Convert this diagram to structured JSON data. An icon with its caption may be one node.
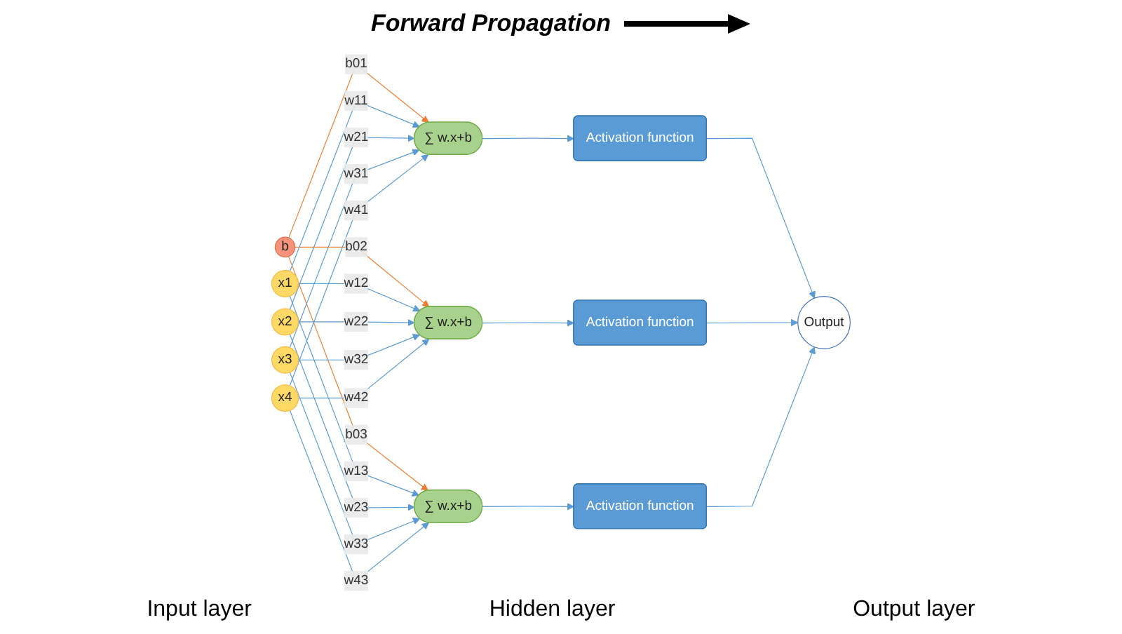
{
  "diagram": {
    "nodes": [
      {
        "text": [
          "b"
        ]
      },
      {
        "text": [
          "x1"
        ]
      },
      {
        "text": [
          "x2"
        ]
      },
      {
        "text": [
          "x3"
        ]
      },
      {
        "text": [
          "x4"
        ]
      },
      {
        "text": [
          "∑ w.x+b"
        ]
      },
      {
        "text": [
          "∑ w.x+b"
        ]
      },
      {
        "text": [
          "∑ w.x+b"
        ]
      },
      {
        "text": [
          "Activation function"
        ]
      },
      {
        "text": [
          "Activation function"
        ]
      },
      {
        "text": [
          "Activation function"
        ]
      },
      {
        "text": [
          "Output"
        ]
      }
    ],
    "edges": [
      {
        "from": 0,
        "to": 5,
        "arrow": "to",
        "label": "b01",
        "color": "#ed7d31"
      },
      {
        "from": 0,
        "to": 6,
        "arrow": "to",
        "label": "b02",
        "color": "#ed7d31"
      },
      {
        "from": 0,
        "to": 7,
        "arrow": "to",
        "label": "b03",
        "color": "#ed7d31"
      },
      {
        "from": 1,
        "to": 5,
        "arrow": "to",
        "label": "w11"
      },
      {
        "from": 1,
        "to": 6,
        "arrow": "to",
        "label": "w12"
      },
      {
        "from": 1,
        "to": 7,
        "arrow": "to",
        "label": "w13"
      },
      {
        "from": 2,
        "to": 5,
        "arrow": "to",
        "label": "w21"
      },
      {
        "from": 2,
        "to": 6,
        "arrow": "to",
        "label": "w22"
      },
      {
        "from": 2,
        "to": 7,
        "arrow": "to",
        "label": "w23"
      },
      {
        "from": 3,
        "to": 5,
        "arrow": "to",
        "label": "w31"
      },
      {
        "from": 3,
        "to": 6,
        "arrow": "to",
        "label": "w32"
      },
      {
        "from": 3,
        "to": 7,
        "arrow": "to",
        "label": "w33"
      },
      {
        "from": 4,
        "to": 5,
        "arrow": "to",
        "label": "w41"
      },
      {
        "from": 4,
        "to": 6,
        "arrow": "to",
        "label": "w42"
      },
      {
        "from": 4,
        "to": 7,
        "arrow": "to",
        "label": "w43"
      },
      {
        "from": 5,
        "to": 8,
        "arrow": "to"
      },
      {
        "from": 6,
        "to": 9,
        "arrow": "to"
      },
      {
        "from": 7,
        "to": 10,
        "arrow": "to"
      },
      {
        "from": 8,
        "to": 11,
        "arrow": "to"
      },
      {
        "from": 9,
        "to": 11,
        "arrow": "to"
      },
      {
        "from": 10,
        "to": 11,
        "arrow": "to"
      }
    ],
    "labels": [
      "Forward Propagation",
      "Input layer",
      "Hidden layer",
      "Output layer"
    ]
  }
}
